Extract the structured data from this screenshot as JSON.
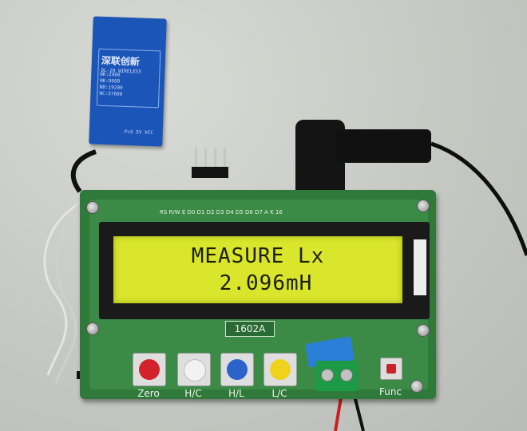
{
  "bluetooth_module": {
    "brand": "深联创新",
    "model": "DL-28 WIRELESS",
    "params": [
      "NK:2400",
      "NK:9600",
      "NB:19200",
      "NC:57600"
    ],
    "pins": "P+5 5V VCC"
  },
  "lcd": {
    "line1": "MEASURE Lx",
    "line2": "2.096mH",
    "pin_labels": "RS R/W E D0 D1 D2 D3 D4 D5 D6 D7 A K 16",
    "model_label": "1602A"
  },
  "buttons": [
    {
      "label": "Zero",
      "color": "#d2222c"
    },
    {
      "label": "H/C",
      "color": "#f2f2f2"
    },
    {
      "label": "H/L",
      "color": "#2a63c9"
    },
    {
      "label": "L/C",
      "color": "#f0d21c"
    }
  ],
  "func_button": {
    "label": "Func"
  },
  "colors": {
    "board": "#2f7a3a",
    "lcd_backlight": "#d9e62c",
    "bluetooth_pcb": "#1b55b8"
  }
}
